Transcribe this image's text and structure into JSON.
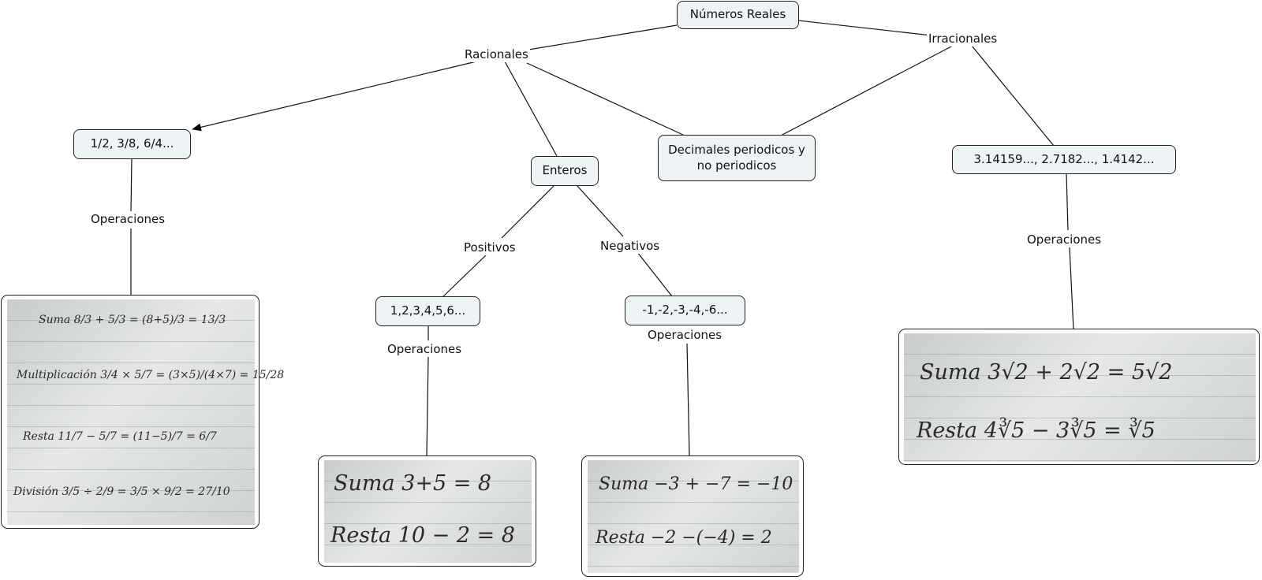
{
  "nodes": {
    "root": "Números Reales",
    "fractions": "1/2, 3/8, 6/4...",
    "integers": "Enteros",
    "decimals": "Decimales periodicos y no periodicos",
    "irrational_examples": "3.14159..., 2.7182..., 1.4142...",
    "positives": "1,2,3,4,5,6...",
    "negatives": "-1,-2,-3,-4,-6..."
  },
  "links": {
    "racionales": "Racionales",
    "irracionales": "Irracionales",
    "operaciones_fractions": "Operaciones",
    "positivos": "Positivos",
    "negativos": "Negativos",
    "operaciones_positives": "Operaciones",
    "operaciones_negatives": "Operaciones",
    "operaciones_irrational": "Operaciones"
  },
  "images": {
    "fractions_ops": {
      "suma": "Suma   8/3 + 5/3 = (8+5)/3 = 13/3",
      "multiplicacion": "Multiplicación  3/4 × 5/7 = (3×5)/(4×7) = 15/28",
      "resta": "Resta   11/7 − 5/7 = (11−5)/7 = 6/7",
      "division": "División  3/5 ÷ 2/9 = 3/5 × 9/2 = 27/10"
    },
    "positives_ops": {
      "suma": "Suma   3+5 = 8",
      "resta": "Resta  10 − 2 = 8"
    },
    "negatives_ops": {
      "suma": "Suma  −3 + −7 = −10",
      "resta": "Resta  −2 −(−4) = 2"
    },
    "irrational_ops": {
      "suma": "Suma   3√2 + 2√2 = 5√2",
      "resta": "Resta  4∛5 − 3∛5 = ∛5"
    }
  }
}
